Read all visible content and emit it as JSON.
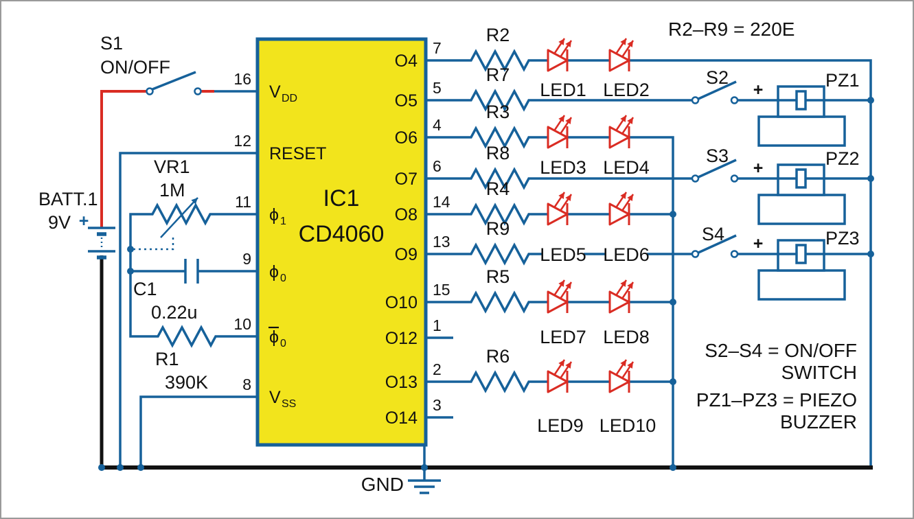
{
  "power": {
    "switch_ref": "S1",
    "switch_mode": "ON/OFF",
    "battery_ref": "BATT.1",
    "battery_value": "9V",
    "plus": "+"
  },
  "timing": {
    "vr_ref": "VR1",
    "vr_value": "1M",
    "cap_ref": "C1",
    "cap_value": "0.22u",
    "res_ref": "R1",
    "res_value": "390K"
  },
  "ic": {
    "ref": "IC1",
    "part": "CD4060",
    "pins_left": [
      {
        "num": "16",
        "base": "V",
        "sub": "DD"
      },
      {
        "num": "12",
        "base": "RESET",
        "sub": ""
      },
      {
        "num": "11",
        "base": "ϕ",
        "sub": "1"
      },
      {
        "num": "9",
        "base": "ϕ",
        "sub": "0"
      },
      {
        "num": "10",
        "base": "ϕ",
        "sub": "0"
      },
      {
        "num": "8",
        "base": "V",
        "sub": "SS"
      }
    ],
    "pins_right": [
      {
        "num": "7",
        "label": "O4"
      },
      {
        "num": "5",
        "label": "O5"
      },
      {
        "num": "4",
        "label": "O6"
      },
      {
        "num": "6",
        "label": "O7"
      },
      {
        "num": "14",
        "label": "O8"
      },
      {
        "num": "13",
        "label": "O9"
      },
      {
        "num": "15",
        "label": "O10"
      },
      {
        "num": "1",
        "label": "O12"
      },
      {
        "num": "2",
        "label": "O13"
      },
      {
        "num": "3",
        "label": "O14"
      }
    ]
  },
  "outputs": {
    "resistors": [
      "R2",
      "R7",
      "R3",
      "R8",
      "R4",
      "R9",
      "R5",
      "R6"
    ],
    "leds": [
      "LED1",
      "LED2",
      "LED3",
      "LED4",
      "LED5",
      "LED6",
      "LED7",
      "LED8",
      "LED9",
      "LED10"
    ],
    "switches": [
      "S2",
      "S3",
      "S4"
    ],
    "piezos": [
      "PZ1",
      "PZ2",
      "PZ3"
    ],
    "plus": "+"
  },
  "notes": {
    "resistor_note": "R2–R9 = 220E",
    "switch_note_line1": "S2–S4 = ON/OFF",
    "switch_note_line2": "SWITCH",
    "piezo_note_line1": "PZ1–PZ3 = PIEZO",
    "piezo_note_line2": "BUZZER"
  },
  "ground_label": "GND",
  "colors": {
    "wire": "#16619a",
    "red": "#da2c23",
    "ic_fill": "#f2e41c",
    "black": "#121212"
  }
}
